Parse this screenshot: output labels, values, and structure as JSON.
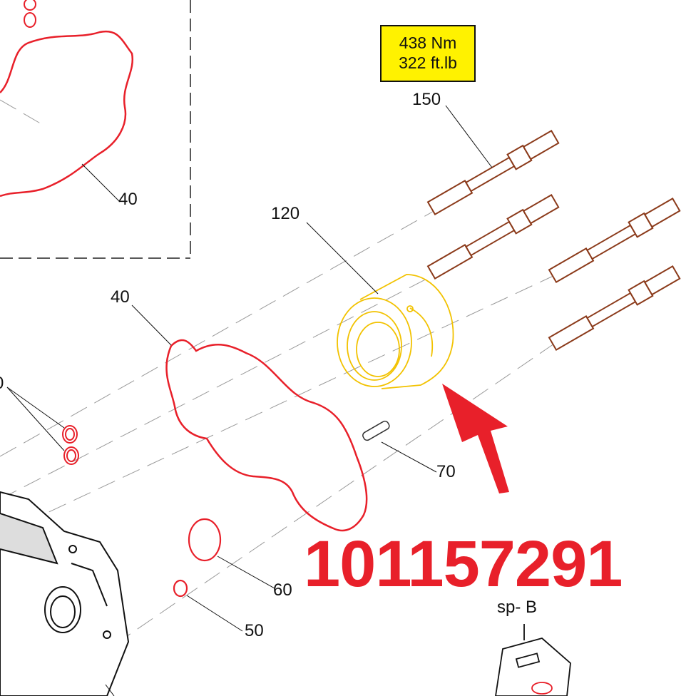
{
  "torque_spec": {
    "metric": "438 Nm",
    "imperial": "322 ft.lb"
  },
  "callouts": {
    "stud": "150",
    "bushing": "120",
    "gasket_top": "40",
    "gasket_main": "40",
    "orings_left": "0",
    "pin": "70",
    "oring_large": "60",
    "oring_small": "50"
  },
  "part_number": "101157291",
  "subassembly": "sp- B",
  "colors": {
    "gasket": "#e8202a",
    "bushing": "#f2c200",
    "stud": "#8b3a1a",
    "arrow": "#e8202a",
    "torque_bg": "#fff200"
  }
}
